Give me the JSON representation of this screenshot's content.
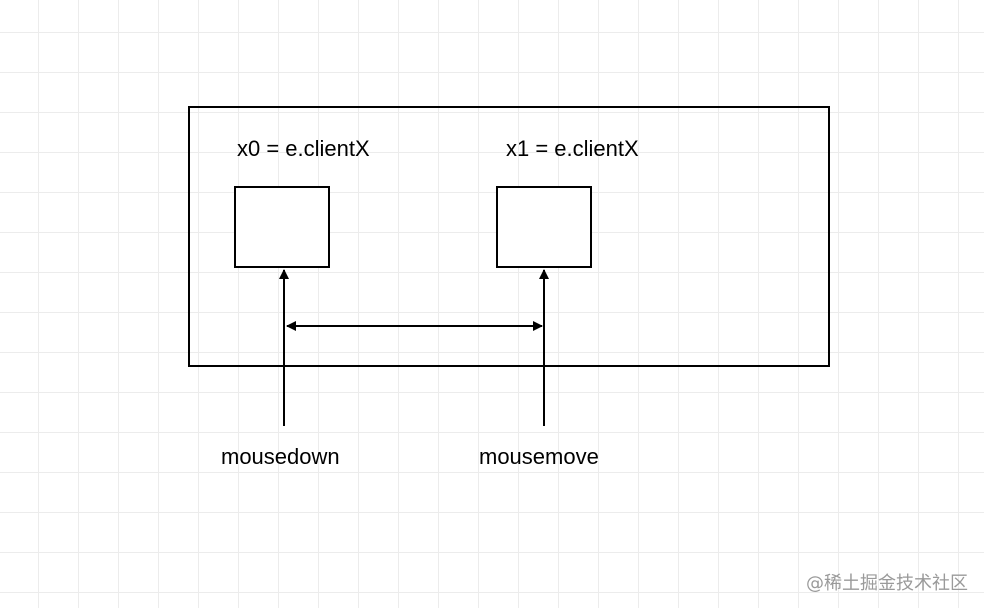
{
  "labels": {
    "start_formula": "x0 = e.clientX",
    "move_formula": "x1 = e.clientX",
    "start_event": "mousedown",
    "move_event": "mousemove"
  },
  "watermark": "@稀土掘金技术社区",
  "colors": {
    "stroke": "#000000",
    "grid": "#ececec",
    "background": "#ffffff",
    "watermark": "#9a9a9a"
  }
}
